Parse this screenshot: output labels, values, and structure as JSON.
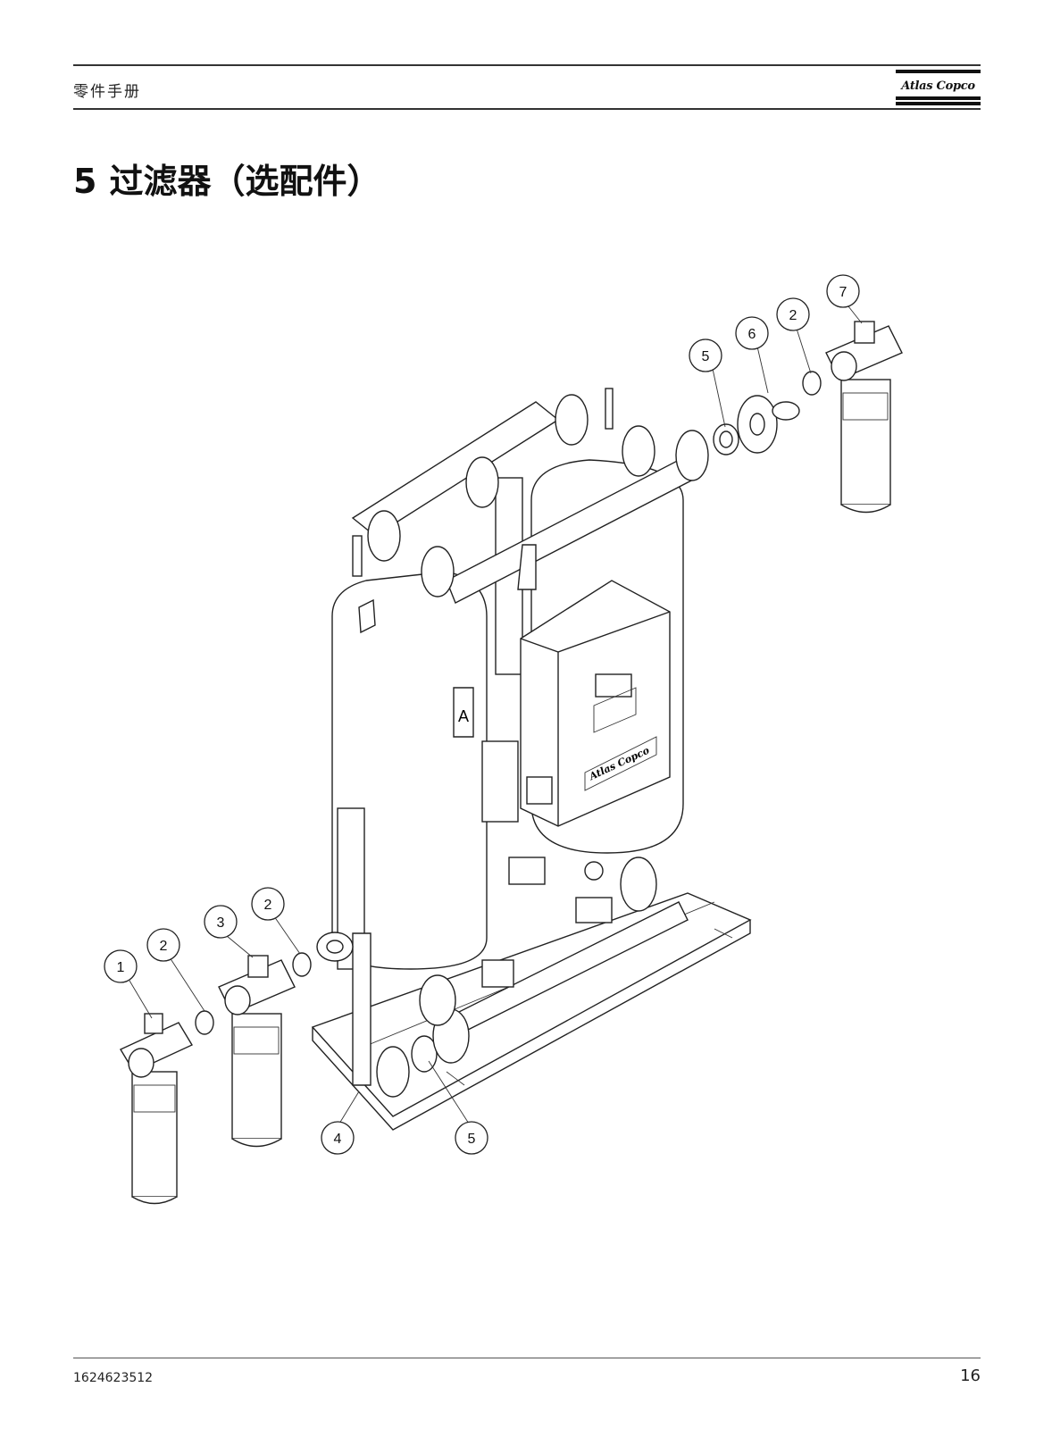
{
  "header": {
    "title": "零件手册",
    "logo_text": "Atlas Copco"
  },
  "section": {
    "number": "5",
    "title": "过滤器（选配件）"
  },
  "diagram": {
    "callouts": [
      "1",
      "2",
      "3",
      "2",
      "4",
      "5",
      "5",
      "6",
      "2",
      "7"
    ],
    "panel_label": "A",
    "panel_brand": "Atlas Copco"
  },
  "footer": {
    "doc_number": "1624623512",
    "page_number": "16"
  }
}
